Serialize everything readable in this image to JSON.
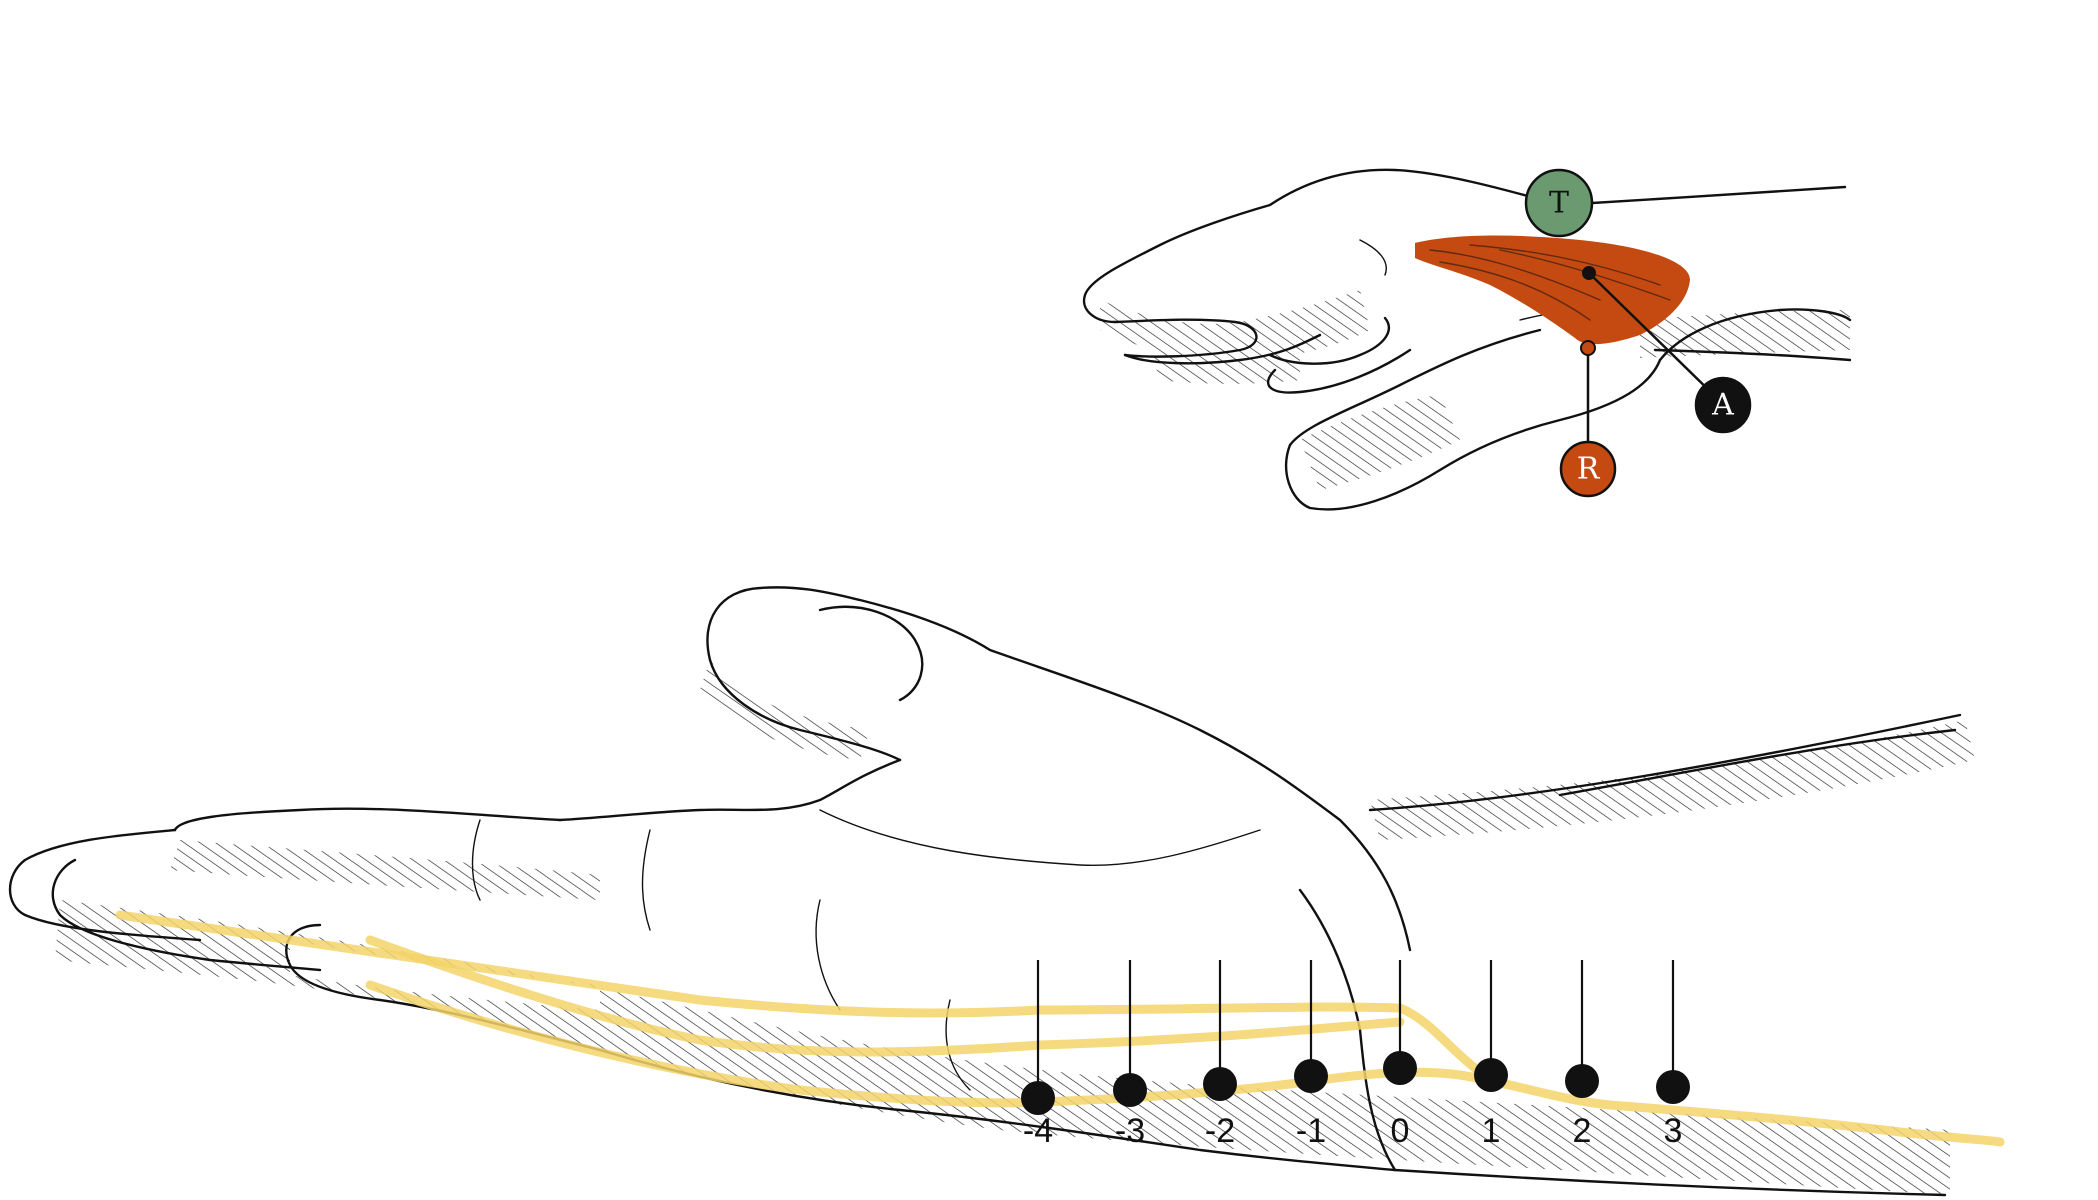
{
  "badges": {
    "t": {
      "text": "T",
      "fill": "#6b9a70",
      "text_color": "#111111"
    },
    "a": {
      "text": "A",
      "fill": "#111111",
      "text_color": "#ffffff"
    },
    "r": {
      "text": "R",
      "fill": "#c44a12",
      "text_color": "#ffffff"
    }
  },
  "muscle_color": "#c44a12",
  "nerve_color": "#f3d36a",
  "scale": {
    "labels": [
      "-4",
      "-3",
      "-2",
      "-1",
      "0",
      "1",
      "2",
      "3"
    ]
  }
}
